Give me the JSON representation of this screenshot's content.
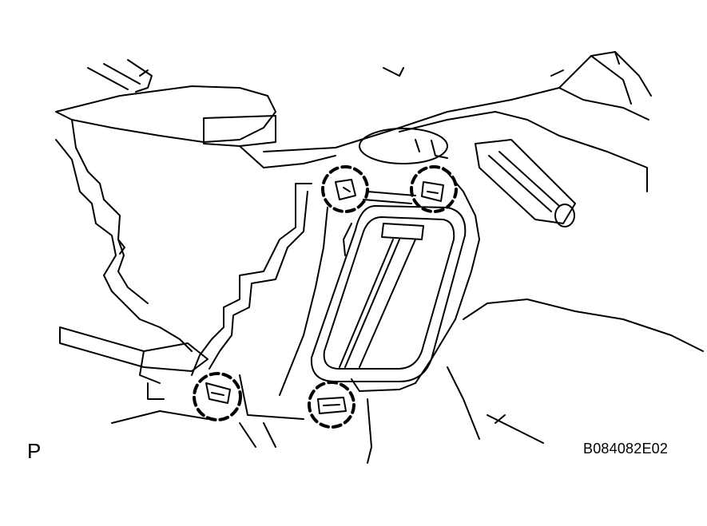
{
  "labels": {
    "view_letter": "P",
    "figure_code": "B084082E02"
  },
  "colors": {
    "line": "#000000",
    "background": "#ffffff"
  },
  "markers": {
    "count": 4,
    "style": "dashed-circle"
  }
}
